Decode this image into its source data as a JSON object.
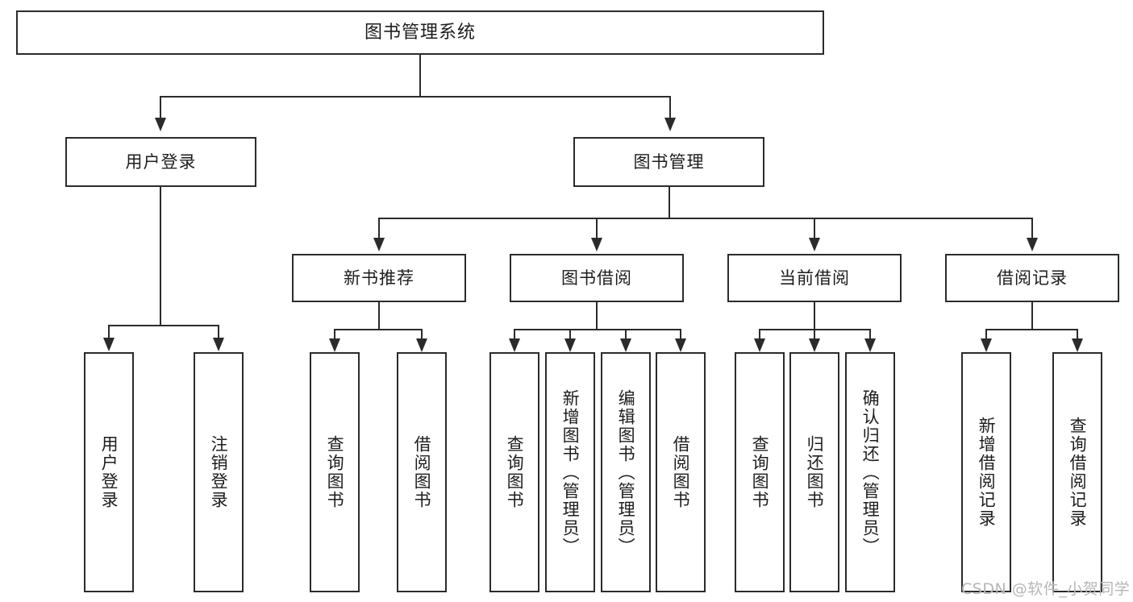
{
  "diagram": {
    "type": "tree",
    "title": "图书管理系统",
    "root": {
      "label": "图书管理系统"
    },
    "level2": [
      {
        "label": "用户登录"
      },
      {
        "label": "图书管理"
      }
    ],
    "level3": [
      {
        "label": "新书推荐"
      },
      {
        "label": "图书借阅"
      },
      {
        "label": "当前借阅"
      },
      {
        "label": "借阅记录"
      }
    ],
    "leaves": {
      "user_login": [
        {
          "label": "用户登录"
        },
        {
          "label": "注销登录"
        }
      ],
      "new_book": [
        {
          "label": "查询图书"
        },
        {
          "label": "借阅图书"
        }
      ],
      "book_borrow": [
        {
          "label": "查询图书"
        },
        {
          "label": "新增图书（管理员）"
        },
        {
          "label": "编辑图书（管理员）"
        },
        {
          "label": "借阅图书"
        }
      ],
      "current_borrow": [
        {
          "label": "查询图书"
        },
        {
          "label": "归还图书"
        },
        {
          "label": "确认归还（管理员）"
        }
      ],
      "borrow_record": [
        {
          "label": "新增借阅记录"
        },
        {
          "label": "查询借阅记录"
        }
      ]
    }
  },
  "watermark": {
    "text": "CSDN @软件_小贺同学"
  },
  "colors": {
    "border": "#2b2b2b",
    "background": "#ffffff",
    "text": "#1d1d1d",
    "watermark": "#b6b6b6"
  }
}
